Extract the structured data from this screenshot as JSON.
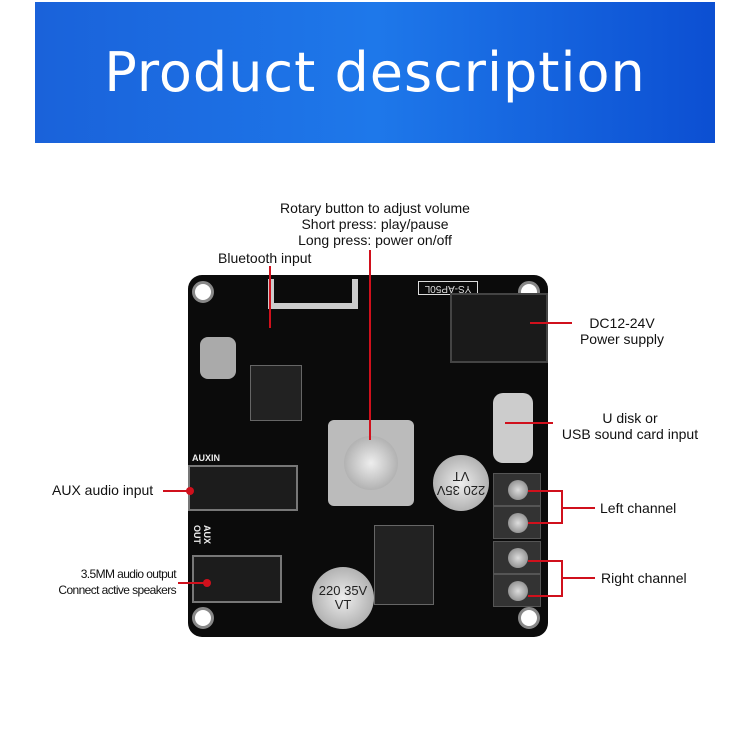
{
  "banner": {
    "title": "Product description"
  },
  "board": {
    "model": "YS-AP50L",
    "aux_in": "AUXIN",
    "aux_out": "AUX OUT",
    "cap_large": "220 35V VT",
    "cap_small": "220 35V VT"
  },
  "labels": {
    "rotary": [
      "Rotary button to adjust volume",
      "Short press: play/pause",
      "Long press: power on/off"
    ],
    "bluetooth": "Bluetooth input",
    "dc": [
      "DC12-24V",
      "Power supply"
    ],
    "usb": [
      "U disk or",
      "USB sound card input"
    ],
    "left": "Left channel",
    "right": "Right channel",
    "aux_in": "AUX audio input",
    "aux_out": [
      "3.5MM audio output",
      "Connect active speakers"
    ]
  },
  "colors": {
    "banner": "#1e78ea",
    "callout": "#d0101c"
  }
}
